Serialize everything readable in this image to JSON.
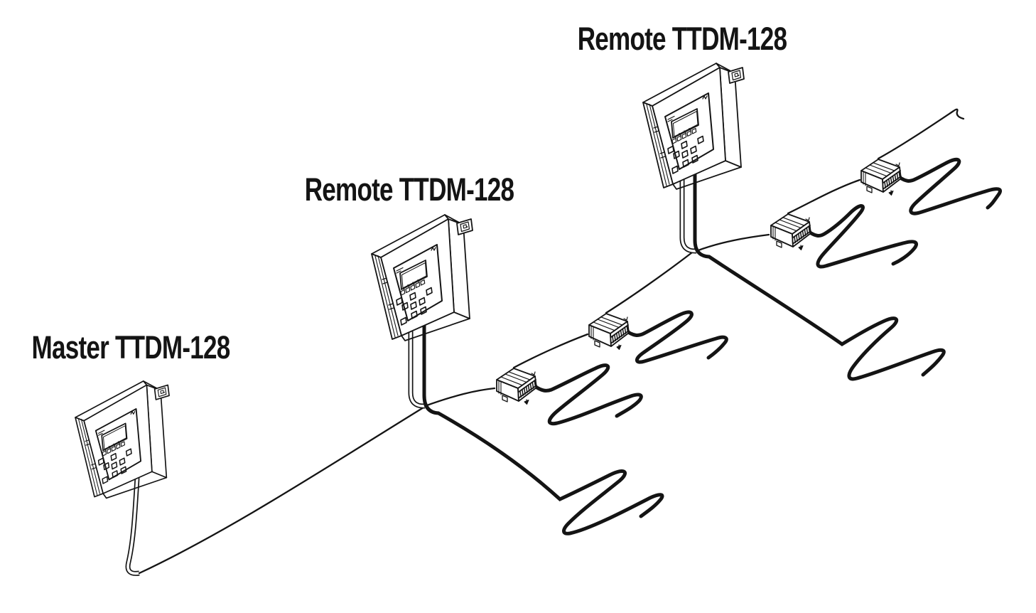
{
  "canvas": {
    "background": "#ffffff",
    "line_color": "#141414"
  },
  "diagram": {
    "type": "isometric-system-diagram",
    "panels": [
      {
        "id": "master",
        "label": "Master TTDM-128",
        "role": "master-controller"
      },
      {
        "id": "remote-middle",
        "label": "Remote TTDM-128",
        "role": "remote-controller"
      },
      {
        "id": "remote-top",
        "label": "Remote TTDM-128",
        "role": "remote-controller"
      }
    ],
    "modules": {
      "count": 4,
      "name": "interface-module"
    },
    "cables": {
      "network_line": "thin-line",
      "heating_cable": "thick-serpentine"
    }
  }
}
